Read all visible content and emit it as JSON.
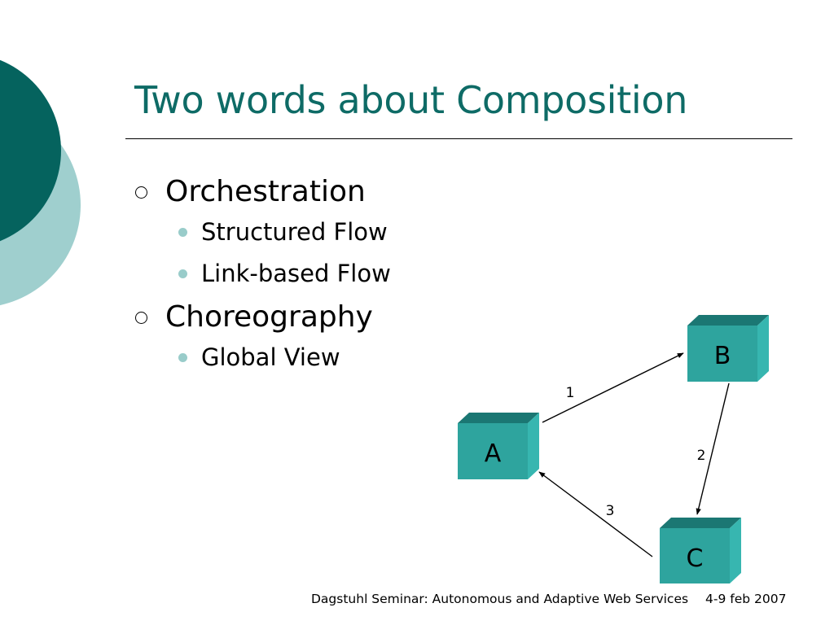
{
  "slide": {
    "title": "Two words about Composition"
  },
  "bullets": [
    {
      "label": "Orchestration",
      "children": [
        "Structured Flow",
        "Link-based Flow"
      ]
    },
    {
      "label": "Choreography",
      "children": [
        "Global View"
      ]
    }
  ],
  "diagram": {
    "nodes": {
      "a": "A",
      "b": "B",
      "c": "C"
    },
    "edges": {
      "e1": "1",
      "e2": "2",
      "e3": "3"
    }
  },
  "footer": {
    "event": "Dagstuhl Seminar: Autonomous and Adaptive Web Services",
    "date": "4-9 feb 2007"
  },
  "colors": {
    "title": "#0e6b66",
    "deco_dark": "#05635e",
    "deco_light": "#9fcfce",
    "box_front": "#2ea49e",
    "box_top": "#1b7773",
    "box_side": "#37b6b0",
    "sub_bullet": "#99ccca"
  }
}
